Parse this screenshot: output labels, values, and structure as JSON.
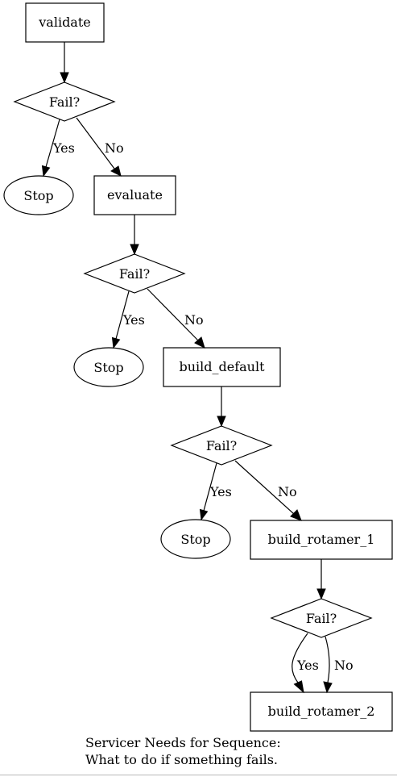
{
  "nodes": {
    "validate": "validate",
    "fail_1": "Fail?",
    "stop_1": "Stop",
    "evaluate": "evaluate",
    "fail_2": "Fail?",
    "stop_2": "Stop",
    "build_default": "build_default",
    "fail_3": "Fail?",
    "stop_3": "Stop",
    "build_rotamer_1": "build_rotamer_1",
    "fail_4": "Fail?",
    "build_rotamer_2": "build_rotamer_2"
  },
  "edge_labels": {
    "yes": "Yes",
    "no": "No"
  },
  "caption": {
    "line1": "Servicer Needs for Sequence:",
    "line2": "What to do if something fails."
  }
}
